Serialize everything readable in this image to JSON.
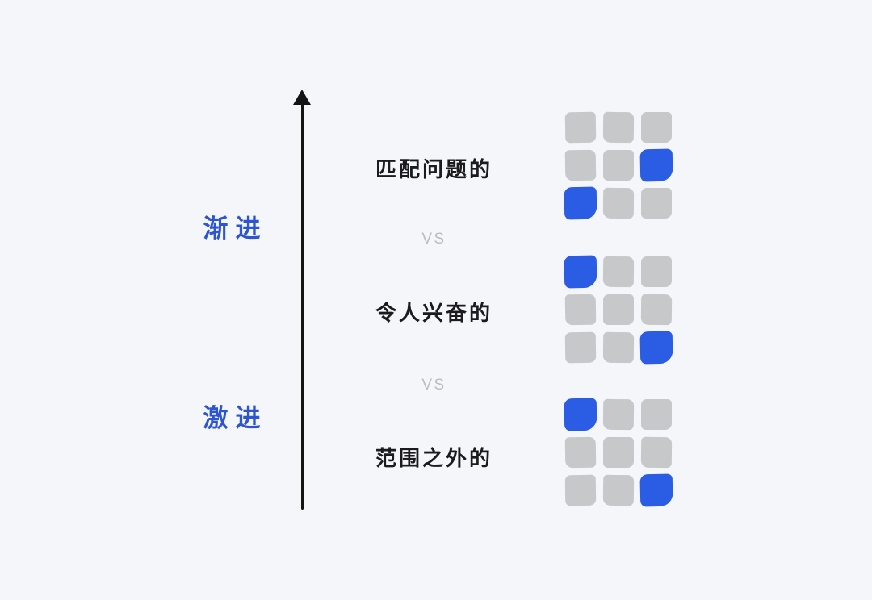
{
  "canvas": {
    "background": "#f4f6f9"
  },
  "axis": {
    "arrow_direction": "up",
    "labels": [
      {
        "text": "渐进"
      },
      {
        "text": "激进"
      }
    ]
  },
  "comparison": {
    "row1_label": "匹配问题的",
    "vs1": "VS",
    "row2_label": "令人兴奋的",
    "vs2": "VS",
    "row3_label": "范围之外的"
  },
  "grids": [
    {
      "rows": [
        [
          0,
          0,
          0
        ],
        [
          0,
          0,
          1
        ],
        [
          1,
          0,
          0
        ]
      ]
    },
    {
      "rows": [
        [
          1,
          0,
          0
        ],
        [
          0,
          0,
          0
        ],
        [
          0,
          0,
          1
        ]
      ]
    },
    {
      "rows": [
        [
          1,
          0,
          0
        ],
        [
          0,
          0,
          0
        ],
        [
          0,
          0,
          1
        ]
      ]
    }
  ],
  "colors": {
    "background": "#f4f6f9",
    "square_gray": "#c7c8ca",
    "square_blue": "#2a5ce4",
    "label_blue": "#2d55d2",
    "vs_gray": "#b9bdc4",
    "text_dark": "#1b1b1d",
    "arrow": "#141414"
  }
}
